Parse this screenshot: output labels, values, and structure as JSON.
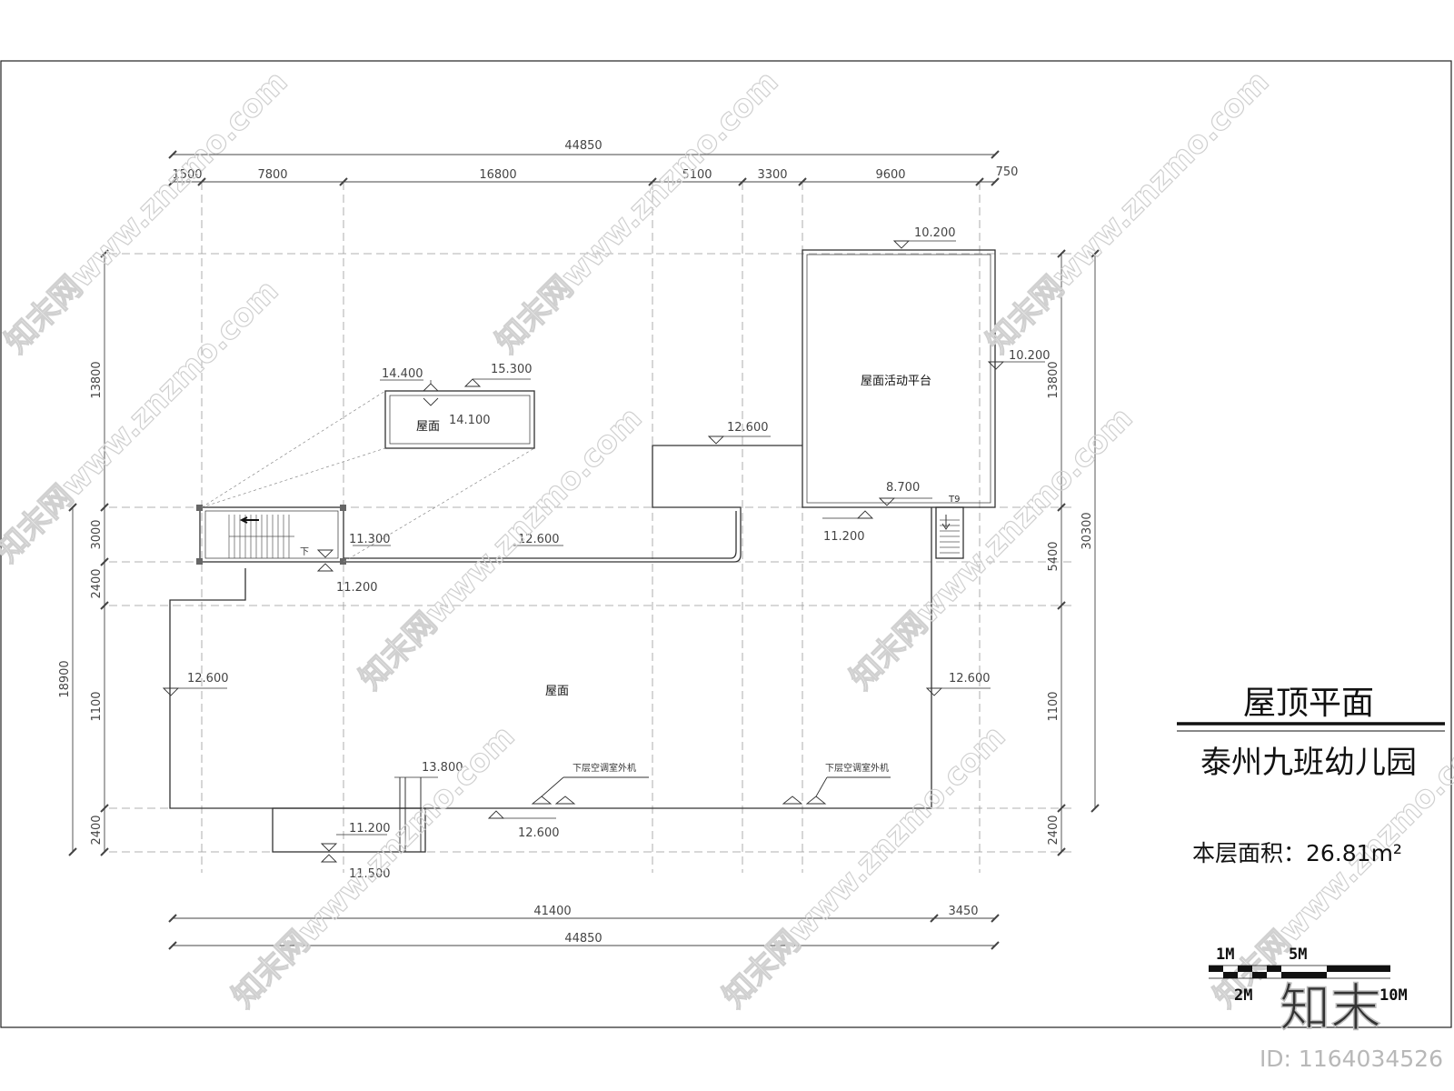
{
  "dimensions": {
    "top_total": "44850",
    "top_segments": [
      "1500",
      "7800",
      "16800",
      "5100",
      "3300",
      "9600",
      "750"
    ],
    "bottom_segments": [
      "41400",
      "3450"
    ],
    "bottom_total": "44850",
    "left_segments": [
      "13800",
      "3000",
      "2400",
      "1100",
      "2400"
    ],
    "left_total": "18900",
    "right_segments": [
      "13800",
      "5400",
      "1100",
      "2400"
    ],
    "right_total": "30300"
  },
  "levels": {
    "l14400": "14.400",
    "l15300": "15.300",
    "l14100": "14.100",
    "l10200_top": "10.200",
    "l10200_right": "10.200",
    "l12600_mid": "12.600",
    "l8700": "8.700",
    "l11200_plat": "11.200",
    "l11300": "11.300",
    "l12600_corr": "12.600",
    "l11200_stair": "11.200",
    "l12600_left": "12.600",
    "l12600_right": "12.600",
    "l13800": "13.800",
    "l11200_bottom": "11.200",
    "l12600_bottom": "12.600",
    "l11500": "11.500"
  },
  "rooms": {
    "roof_small": "屋面",
    "roof_platform": "屋面活动平台",
    "roof_main": "屋面"
  },
  "notes": {
    "ac_left": "下层空调室外机",
    "ac_right": "下层空调室外机",
    "stair_down": "下",
    "t9": "T9"
  },
  "title": {
    "main": "屋顶平面",
    "sub": "泰州九班幼儿园",
    "area_label": "本层面积：26.81m²"
  },
  "scale_bar": {
    "l1m": "1M",
    "l5m": "5M",
    "l2m": "2M",
    "l10m": "10M"
  },
  "watermark": {
    "text": "知末网www.znzmo.com",
    "logo": "知末",
    "id": "ID: 1164034526"
  }
}
